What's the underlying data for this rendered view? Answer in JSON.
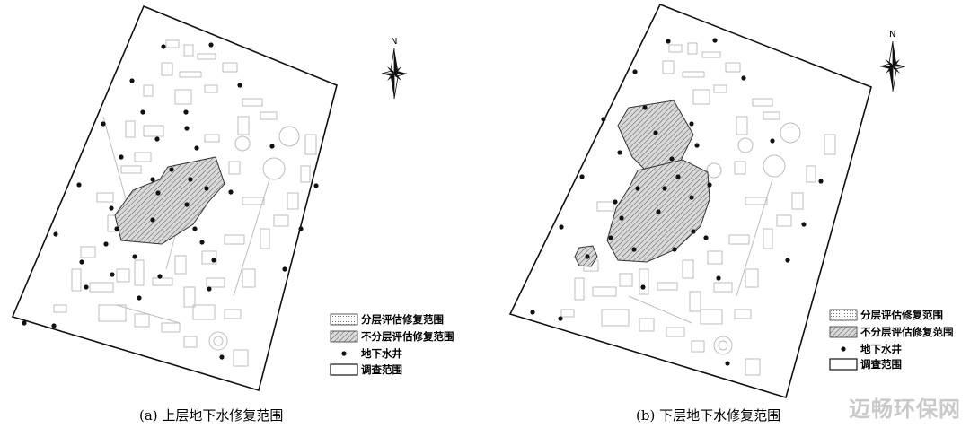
{
  "panels": [
    {
      "caption": "(a) 上层地下水修复范围",
      "north_label": "N",
      "legend": [
        {
          "label": "分层评估修复范围",
          "symbol": "dots"
        },
        {
          "label": "不分层评估修复范围",
          "symbol": "hatch"
        },
        {
          "label": "地下水井",
          "symbol": "well"
        },
        {
          "label": "调查范围",
          "symbol": "boundary"
        }
      ]
    },
    {
      "caption": "(b) 下层地下水修复范围",
      "north_label": "N",
      "legend": [
        {
          "label": "分层评估修复范围",
          "symbol": "dots"
        },
        {
          "label": "不分层评估修复范围",
          "symbol": "hatch"
        },
        {
          "label": "地下水井",
          "symbol": "well"
        },
        {
          "label": "调查范围",
          "symbol": "boundary"
        }
      ]
    }
  ],
  "watermark": "迈畅环保网",
  "colors": {
    "ink": "#111111",
    "sitePlan": "#bdbdbd",
    "hatch": "#555555",
    "fill": "#d8d8d8"
  }
}
